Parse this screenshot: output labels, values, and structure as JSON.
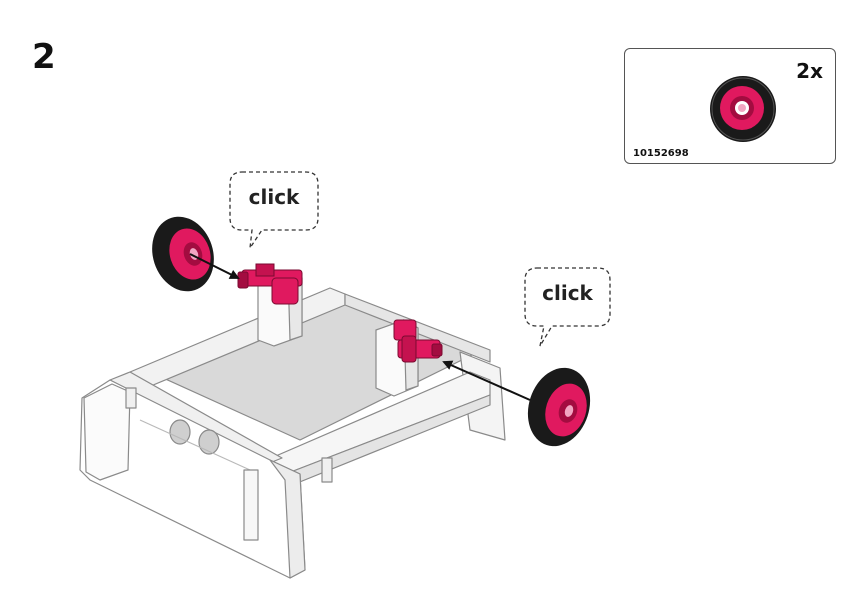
{
  "step": {
    "number": "2"
  },
  "parts_callout": {
    "quantity": "2x",
    "part_id": "10152698",
    "part_icon": "wheel-icon"
  },
  "callouts": [
    {
      "text": "click"
    },
    {
      "text": "click"
    }
  ],
  "colors": {
    "hub": "#e0195f",
    "hub_dark": "#a30c40",
    "tire": "#1a1a1a",
    "frame": "#ffffff",
    "frame_shade": "#dcdcdc",
    "outline": "#8a8a8a"
  }
}
